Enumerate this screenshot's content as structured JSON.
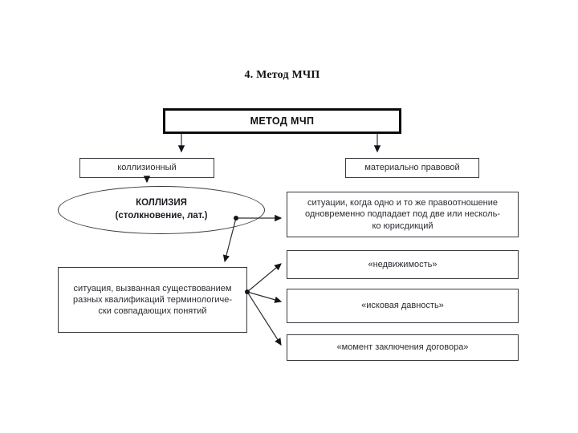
{
  "slide": {
    "title": "4. Метод МЧП",
    "root_label": "МЕТОД МЧП",
    "branches": {
      "left": "коллизионный",
      "right": "материально правовой"
    },
    "ellipse": {
      "term": "КОЛЛИЗИЯ",
      "subtitle": "(столкновение, лат.)"
    },
    "definitions": {
      "collision": "ситуации, когда одно и то же правоотношение\nодновременно подпадает под две или несколь-\nко юрисдикций",
      "qualification": "ситуация, вызванная существованием\nразных квалификаций терминологиче-\nски совпадающих понятий"
    },
    "examples": [
      {
        "label": "«недвижимость»"
      },
      {
        "label": "«исковая давность»"
      },
      {
        "label": "«момент заключения договора»"
      }
    ],
    "colors": {
      "line": "#2e2e34",
      "border_thin": "#3a3a40",
      "border_root": "#0c0c0c",
      "text": "#2b2b33"
    }
  }
}
